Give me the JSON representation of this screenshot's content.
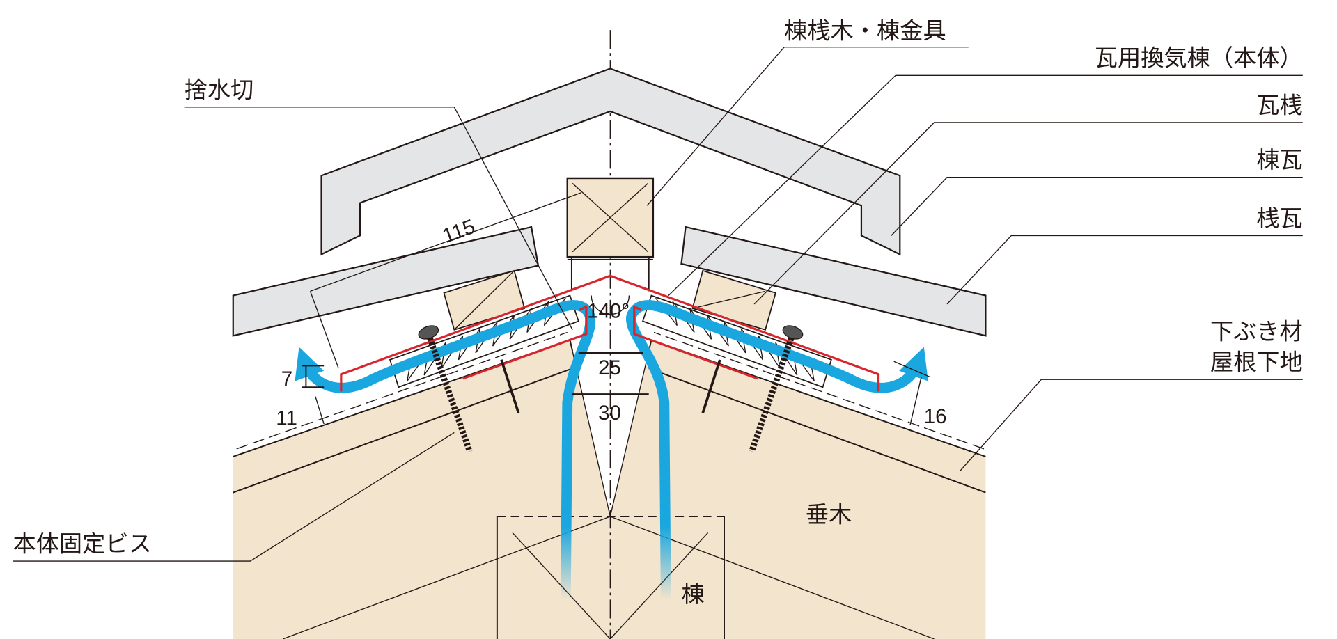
{
  "labels": {
    "ridge_batten_bracket": "棟桟木・棟金具",
    "vent_ridge_body": "瓦用換気棟（本体）",
    "tile_batten": "瓦桟",
    "ridge_tile": "棟瓦",
    "pan_tile": "桟瓦",
    "underlayment": "下ぶき材",
    "roof_deck": "屋根下地",
    "flashing": "捨水切",
    "fixing_screw": "本体固定ビス",
    "rafter": "垂木",
    "ridge_beam": "棟"
  },
  "dimensions": {
    "d115": "115",
    "angle": "140°",
    "d25": "25",
    "d30": "30",
    "d7": "7",
    "d11": "11",
    "d16": "16"
  },
  "colors": {
    "tile_gray": "#e4e5e7",
    "wood": "#f2e4cd",
    "vent_red": "#d7262e",
    "airflow_blue": "#1aa6df",
    "line": "#231815"
  }
}
